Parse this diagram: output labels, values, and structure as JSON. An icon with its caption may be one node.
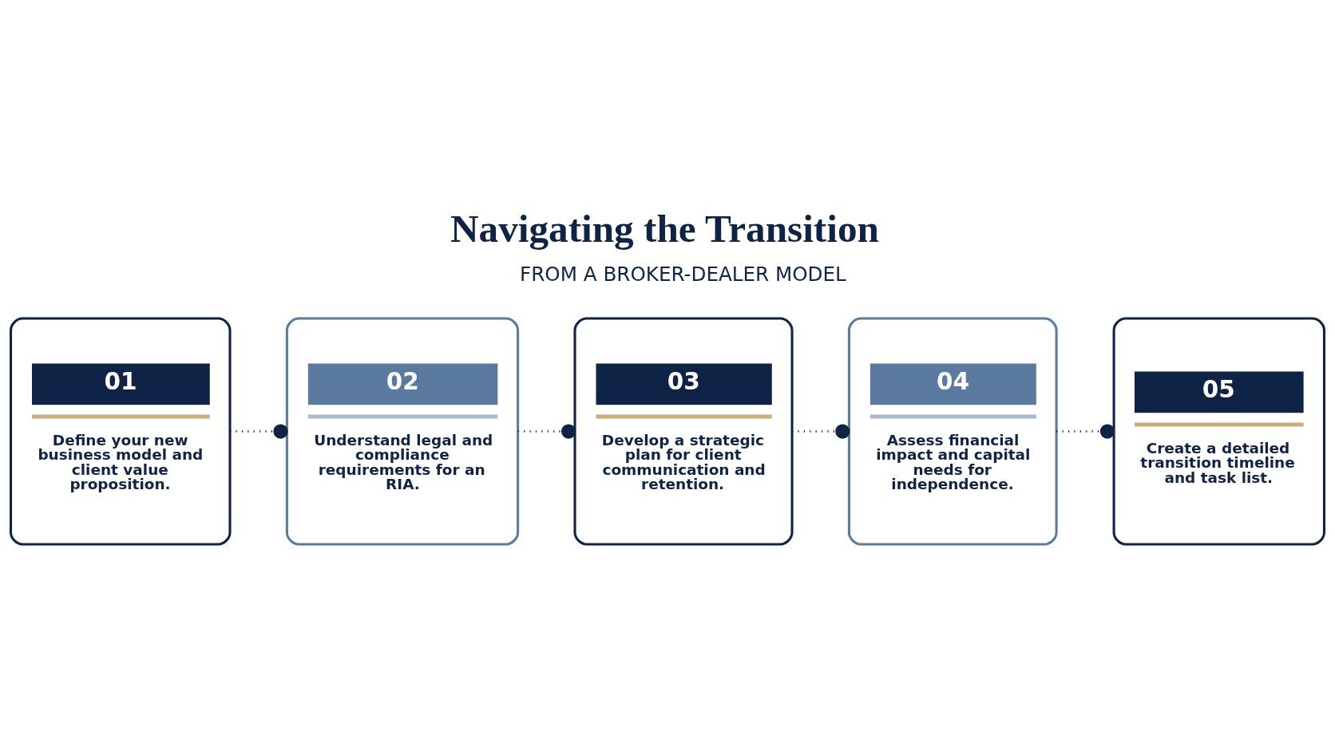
{
  "diagram": {
    "title": "Navigating the Transition",
    "nodes": [
      {
        "text": [
          "01",
          "Define your new business model and client value proposition."
        ]
      },
      {
        "text": [
          "02",
          "Understand legal and compliance requirements for an RIA."
        ]
      },
      {
        "text": [
          "03",
          "Develop a strategic plan for client communication and retention."
        ]
      },
      {
        "text": [
          "04",
          "Assess financial impact and capital needs for independence."
        ]
      },
      {
        "text": [
          "05",
          "Create a detailed transition timeline and task list."
        ]
      }
    ],
    "edges": [
      {
        "from": 0,
        "to": 1,
        "arrow": "other",
        "style": "dashed"
      },
      {
        "from": 1,
        "to": 2,
        "arrow": "other",
        "style": "dashed"
      },
      {
        "from": 2,
        "to": 3,
        "arrow": "other",
        "style": "dashed"
      },
      {
        "from": 3,
        "to": 4,
        "arrow": "other",
        "style": "dashed"
      }
    ],
    "labels": [
      "FROM A BROKER-DEALER MODEL"
    ]
  }
}
